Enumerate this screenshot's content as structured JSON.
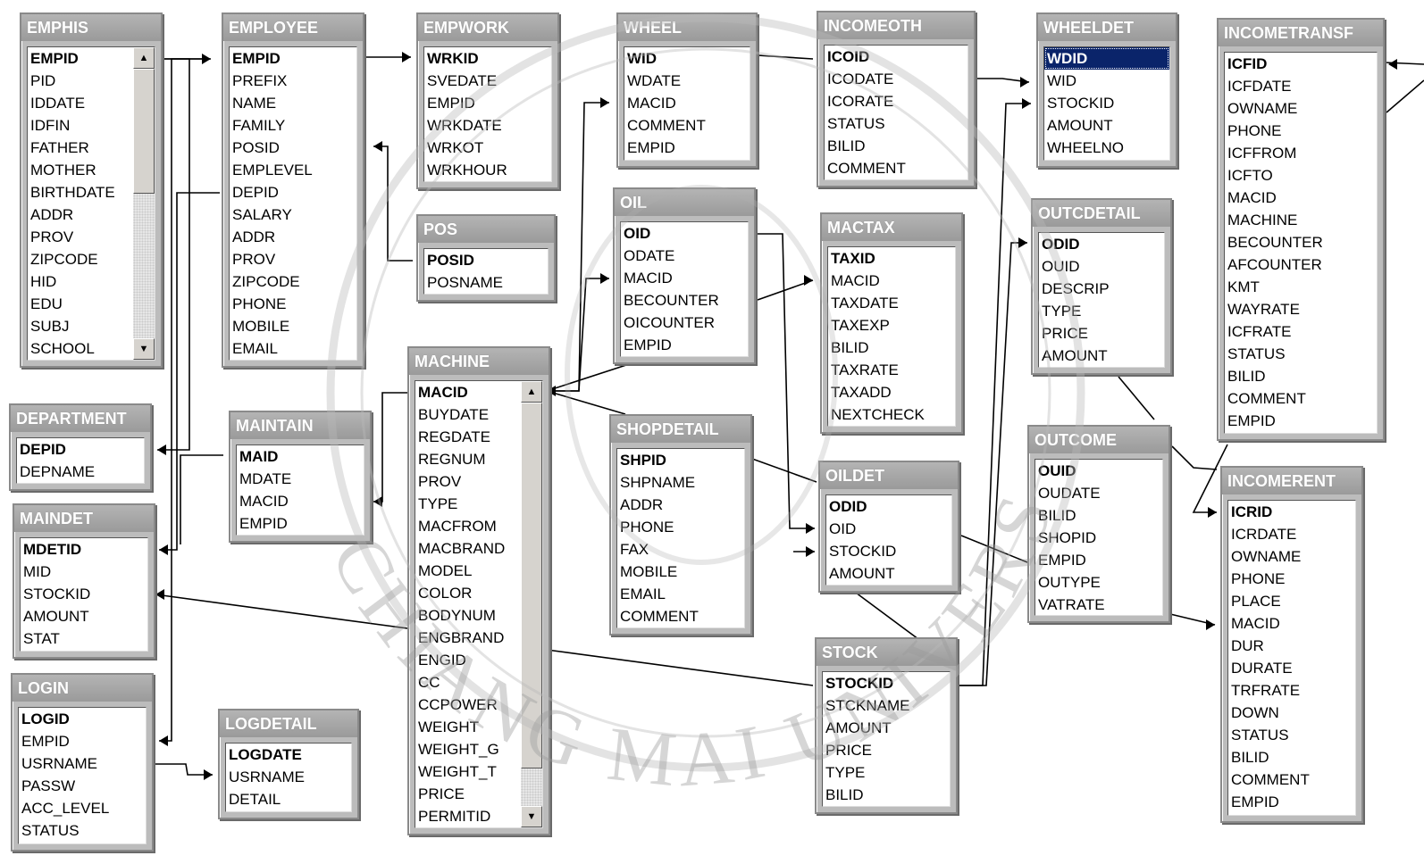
{
  "diagram": {
    "watermark_text": "CHIANG MAI UNIVERSITY",
    "tables": [
      {
        "id": "emphis",
        "name": "EMPHIS",
        "fields": [
          "EMPID",
          "PID",
          "IDDATE",
          "IDFIN",
          "FATHER",
          "MOTHER",
          "BIRTHDATE",
          "ADDR",
          "PROV",
          "ZIPCODE",
          "HID",
          "EDU",
          "SUBJ",
          "SCHOOL"
        ],
        "pk": [
          "EMPID"
        ],
        "scroll": true
      },
      {
        "id": "employee",
        "name": "EMPLOYEE",
        "fields": [
          "EMPID",
          "PREFIX",
          "NAME",
          "FAMILY",
          "POSID",
          "EMPLEVEL",
          "DEPID",
          "SALARY",
          "ADDR",
          "PROV",
          "ZIPCODE",
          "PHONE",
          "MOBILE",
          "EMAIL"
        ],
        "pk": [
          "EMPID"
        ]
      },
      {
        "id": "empwork",
        "name": "EMPWORK",
        "fields": [
          "WRKID",
          "SVEDATE",
          "EMPID",
          "WRKDATE",
          "WRKOT",
          "WRKHOUR"
        ],
        "pk": [
          "WRKID"
        ]
      },
      {
        "id": "wheel",
        "name": "WHEEL",
        "fields": [
          "WID",
          "WDATE",
          "MACID",
          "COMMENT",
          "EMPID"
        ],
        "pk": [
          "WID"
        ]
      },
      {
        "id": "incomeoth",
        "name": "INCOMEOTH",
        "fields": [
          "ICOID",
          "ICODATE",
          "ICORATE",
          "STATUS",
          "BILID",
          "COMMENT"
        ],
        "pk": [
          "ICOID"
        ]
      },
      {
        "id": "wheeldet",
        "name": "WHEELDET",
        "fields": [
          "WDID",
          "WID",
          "STOCKID",
          "AMOUNT",
          "WHEELNO"
        ],
        "pk": [
          "WDID"
        ],
        "selected": "WDID"
      },
      {
        "id": "incometransf",
        "name": "INCOMETRANSF",
        "fields": [
          "ICFID",
          "ICFDATE",
          "OWNAME",
          "PHONE",
          "ICFFROM",
          "ICFTO",
          "MACID",
          "MACHINE",
          "BECOUNTER",
          "AFCOUNTER",
          "KMT",
          "WAYRATE",
          "ICFRATE",
          "STATUS",
          "BILID",
          "COMMENT",
          "EMPID"
        ],
        "pk": [
          "ICFID"
        ]
      },
      {
        "id": "pos",
        "name": "POS",
        "fields": [
          "POSID",
          "POSNAME"
        ],
        "pk": [
          "POSID"
        ]
      },
      {
        "id": "oil",
        "name": "OIL",
        "fields": [
          "OID",
          "ODATE",
          "MACID",
          "BECOUNTER",
          "OICOUNTER",
          "EMPID"
        ],
        "pk": [
          "OID"
        ]
      },
      {
        "id": "mactax",
        "name": "MACTAX",
        "fields": [
          "TAXID",
          "MACID",
          "TAXDATE",
          "TAXEXP",
          "BILID",
          "TAXRATE",
          "TAXADD",
          "NEXTCHECK"
        ],
        "pk": [
          "TAXID"
        ]
      },
      {
        "id": "outcdetail",
        "name": "OUTCDETAIL",
        "fields": [
          "ODID",
          "OUID",
          "DESCRIP",
          "TYPE",
          "PRICE",
          "AMOUNT"
        ],
        "pk": [
          "ODID"
        ]
      },
      {
        "id": "department",
        "name": "DEPARTMENT",
        "fields": [
          "DEPID",
          "DEPNAME"
        ],
        "pk": [
          "DEPID"
        ]
      },
      {
        "id": "maintain",
        "name": "MAINTAIN",
        "fields": [
          "MAID",
          "MDATE",
          "MACID",
          "EMPID"
        ],
        "pk": [
          "MAID"
        ]
      },
      {
        "id": "machine",
        "name": "MACHINE",
        "fields": [
          "MACID",
          "BUYDATE",
          "REGDATE",
          "REGNUM",
          "PROV",
          "TYPE",
          "MACFROM",
          "MACBRAND",
          "MODEL",
          "COLOR",
          "BODYNUM",
          "ENGBRAND",
          "ENGID",
          "CC",
          "CCPOWER",
          "WEIGHT",
          "WEIGHT_G",
          "WEIGHT_T",
          "PRICE",
          "PERMITID"
        ],
        "pk": [
          "MACID"
        ],
        "scroll": true
      },
      {
        "id": "shopdetail",
        "name": "SHOPDETAIL",
        "fields": [
          "SHPID",
          "SHPNAME",
          "ADDR",
          "PHONE",
          "FAX",
          "MOBILE",
          "EMAIL",
          "COMMENT"
        ],
        "pk": [
          "SHPID"
        ]
      },
      {
        "id": "oildet",
        "name": "OILDET",
        "fields": [
          "ODID",
          "OID",
          "STOCKID",
          "AMOUNT"
        ],
        "pk": [
          "ODID"
        ]
      },
      {
        "id": "outcome",
        "name": "OUTCOME",
        "fields": [
          "OUID",
          "OUDATE",
          "BILID",
          "SHOPID",
          "EMPID",
          "OUTYPE",
          "VATRATE"
        ],
        "pk": [
          "OUID"
        ]
      },
      {
        "id": "incomerent",
        "name": "INCOMERENT",
        "fields": [
          "ICRID",
          "ICRDATE",
          "OWNAME",
          "PHONE",
          "PLACE",
          "MACID",
          "DUR",
          "DURATE",
          "TRFRATE",
          "DOWN",
          "STATUS",
          "BILID",
          "COMMENT",
          "EMPID"
        ],
        "pk": [
          "ICRID"
        ]
      },
      {
        "id": "maindet",
        "name": "MAINDET",
        "fields": [
          "MDETID",
          "MID",
          "STOCKID",
          "AMOUNT",
          "STAT"
        ],
        "pk": [
          "MDETID"
        ]
      },
      {
        "id": "login",
        "name": "LOGIN",
        "fields": [
          "LOGID",
          "EMPID",
          "USRNAME",
          "PASSW",
          "ACC_LEVEL",
          "STATUS"
        ],
        "pk": [
          "LOGID"
        ]
      },
      {
        "id": "logdetail",
        "name": "LOGDETAIL",
        "fields": [
          "LOGDATE",
          "USRNAME",
          "DETAIL"
        ],
        "pk": [
          "LOGDATE"
        ]
      },
      {
        "id": "stock",
        "name": "STOCK",
        "fields": [
          "STOCKID",
          "STCKNAME",
          "AMOUNT",
          "PRICE",
          "TYPE",
          "BILID"
        ],
        "pk": [
          "STOCKID"
        ]
      }
    ],
    "relationships": [
      {
        "from": "EMPHIS.EMPID",
        "to": "EMPLOYEE.EMPID"
      },
      {
        "from": "EMPLOYEE.EMPID",
        "to": "EMPWORK.EMPID"
      },
      {
        "from": "POS.POSID",
        "to": "EMPLOYEE.POSID"
      },
      {
        "from": "DEPARTMENT.DEPID",
        "to": "EMPLOYEE.DEPID"
      },
      {
        "from": "EMPLOYEE.EMPID",
        "to": "MAINDET"
      },
      {
        "from": "EMPLOYEE.EMPID",
        "to": "LOGIN.EMPID"
      },
      {
        "from": "LOGIN.USRNAME",
        "to": "LOGDETAIL.USRNAME"
      },
      {
        "from": "MACHINE.MACID",
        "to": "MAINTAIN.MACID"
      },
      {
        "from": "MAINTAIN.MAID",
        "to": "MAINDET.MID"
      },
      {
        "from": "MACHINE.MACID",
        "to": "WHEEL.MACID"
      },
      {
        "from": "MACHINE.MACID",
        "to": "OIL.MACID"
      },
      {
        "from": "OIL.MACID",
        "to": "MACTAX.MACID"
      },
      {
        "from": "OIL.OID",
        "to": "OILDET.OID"
      },
      {
        "from": "WHEEL.WID",
        "to": "WHEELDET.WID"
      },
      {
        "from": "INCOMEOTH.ICOID",
        "to": "WHEELDET.WID"
      },
      {
        "from": "STOCK.STOCKID",
        "to": "WHEELDET.STOCKID"
      },
      {
        "from": "STOCK.STOCKID",
        "to": "OUTCDETAIL.ODID"
      },
      {
        "from": "STOCK.STOCKID",
        "to": "OILDET.STOCKID"
      },
      {
        "from": "MACHINE.ENGBRAND",
        "to": "STOCK.STOCKID"
      },
      {
        "from": "SHOPDETAIL.SHPID",
        "to": "OUTCOME.SHOPID"
      },
      {
        "from": "OUTCDETAIL.AMOUNT",
        "to": "OUTCOME"
      },
      {
        "from": "OUTCOME.VATRATE",
        "to": "INCOMERENT"
      },
      {
        "from": "INCOMETRANSF",
        "to": "INCOMERENT.ICRID"
      }
    ]
  }
}
